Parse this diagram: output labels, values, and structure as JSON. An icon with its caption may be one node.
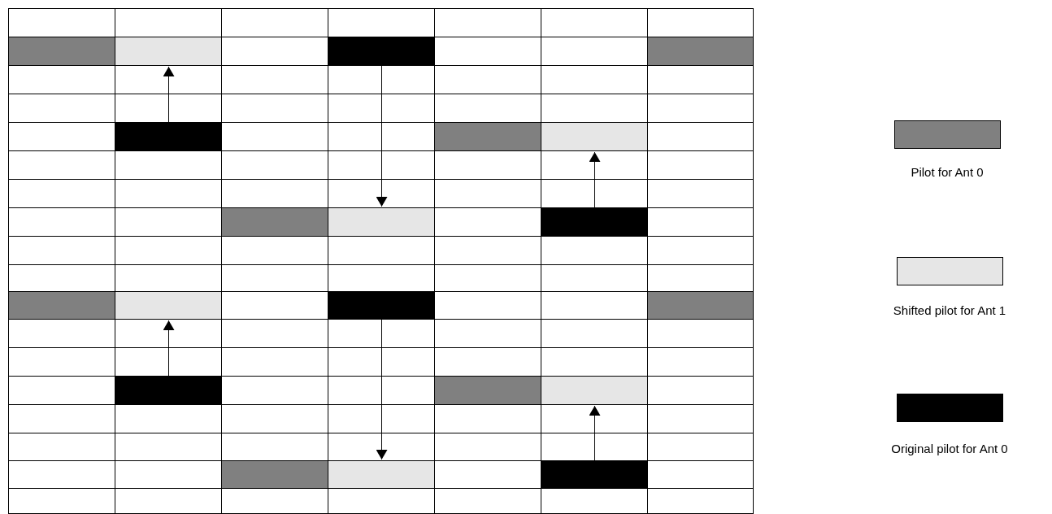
{
  "diagram": {
    "nodes": [
      {
        "text": [],
        "shape": "bar"
      },
      {
        "text": [],
        "shape": "bar"
      },
      {
        "text": [],
        "shape": "bar"
      },
      {
        "text": [],
        "shape": "bar"
      },
      {
        "text": [],
        "shape": "bar"
      },
      {
        "text": [],
        "shape": "bar"
      },
      {
        "text": [],
        "shape": "bar"
      },
      {
        "text": [],
        "shape": "bar"
      },
      {
        "text": [],
        "shape": "bar"
      },
      {
        "text": [],
        "shape": "bar"
      },
      {
        "text": [],
        "shape": "bar"
      },
      {
        "text": [],
        "shape": "bar"
      },
      {
        "text": [],
        "shape": "bar"
      },
      {
        "text": [],
        "shape": "bar"
      },
      {
        "text": [],
        "shape": "bar"
      },
      {
        "text": [],
        "shape": "bar"
      },
      {
        "text": [],
        "shape": "bar"
      },
      {
        "text": [],
        "shape": "bar"
      },
      {
        "text": [],
        "shape": "bar"
      },
      {
        "text": [],
        "shape": "bar"
      }
    ],
    "edges": [
      {
        "from": 4,
        "to": 1,
        "arrow": "to"
      },
      {
        "from": 2,
        "to": 8,
        "arrow": "to"
      },
      {
        "from": 9,
        "to": 6,
        "arrow": "to"
      },
      {
        "from": 14,
        "to": 11,
        "arrow": "to"
      },
      {
        "from": 12,
        "to": 18,
        "arrow": "to"
      },
      {
        "from": 19,
        "to": 16,
        "arrow": "to"
      }
    ],
    "legend": [
      {
        "text": "Pilot for Ant 0",
        "color": "#808080"
      },
      {
        "text": "Shifted pilot for Ant 1",
        "color": "#e6e6e6"
      },
      {
        "text": "Original pilot for Ant 0",
        "color": "#000000"
      }
    ]
  }
}
